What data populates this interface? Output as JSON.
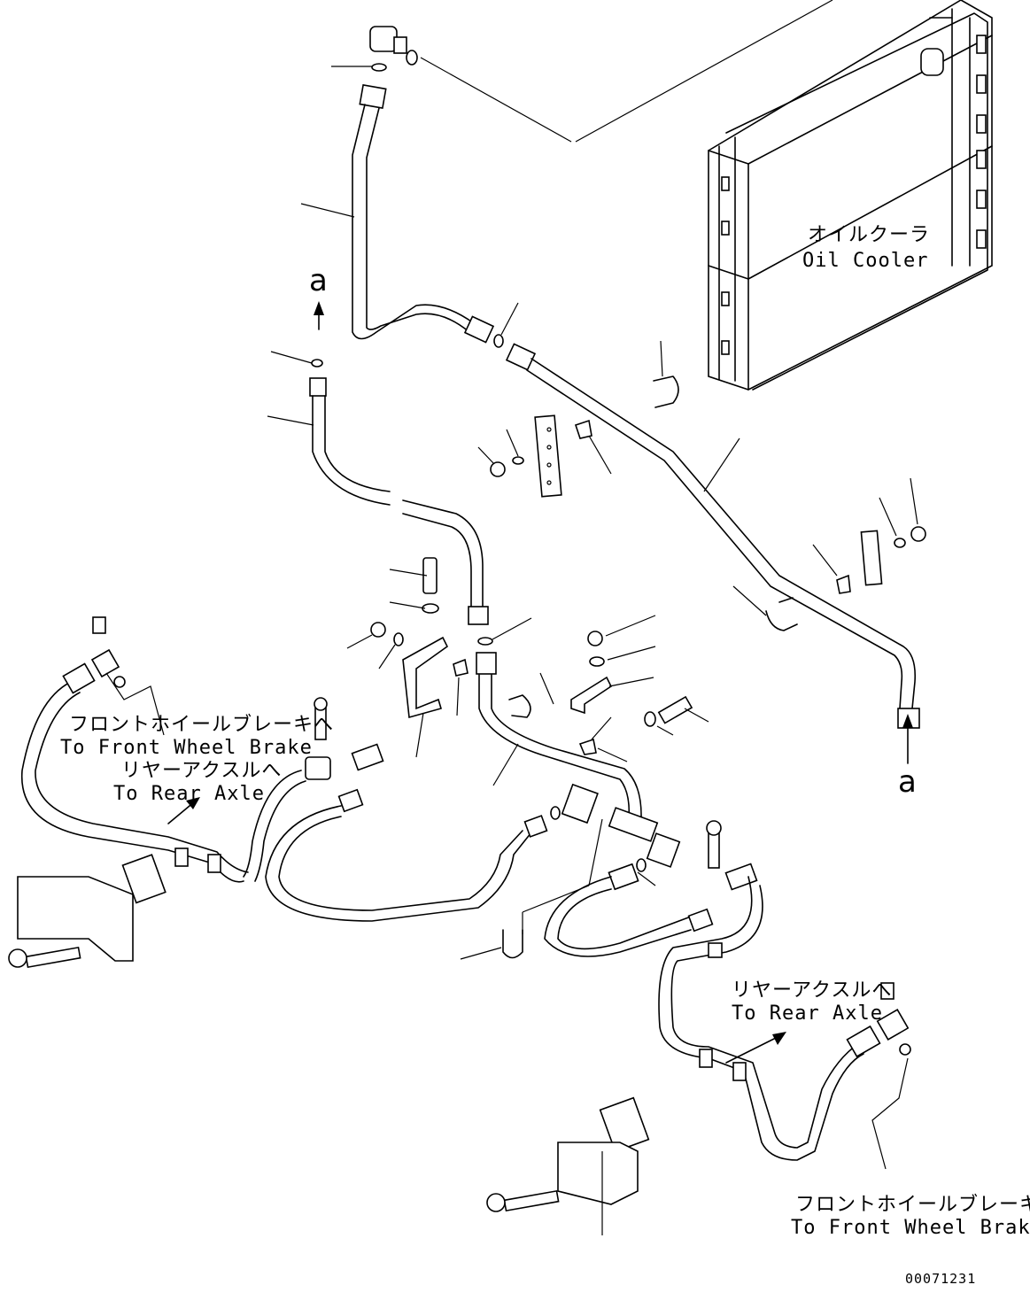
{
  "labels": {
    "oil_cooler_ja": "オイルクーラ",
    "oil_cooler_en": "Oil Cooler",
    "front_brake_left_ja": "フロントホイールブレーキへ",
    "front_brake_left_en": "To Front Wheel Brake",
    "rear_axle_left_ja": "リヤーアクスルへ",
    "rear_axle_left_en": "To Rear Axle",
    "rear_axle_right_ja": "リヤーアクスルへ",
    "rear_axle_right_en": "To Rear Axle",
    "front_brake_right_ja": "フロントホイールブレーキへ",
    "front_brake_right_en": "To Front Wheel Brake"
  },
  "markers": {
    "a_top": "a",
    "a_right": "a"
  },
  "drawing_number": "00071231"
}
